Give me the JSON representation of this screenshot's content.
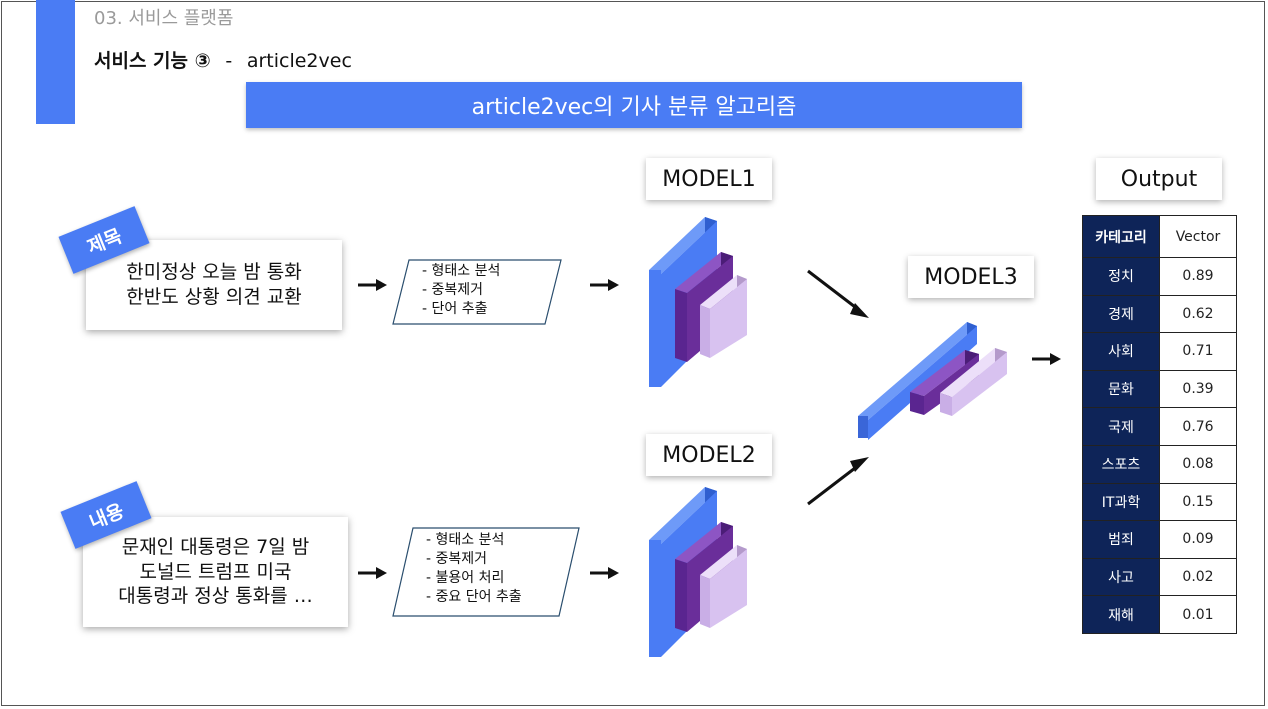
{
  "header": {
    "section": "03. 서비스 플랫폼",
    "subtitle_prefix": "서비스 기능 ③",
    "subtitle_sep": "-",
    "subtitle_main": "article2vec",
    "banner": "article2vec의 기사 분류 알고리즘"
  },
  "title_input": {
    "tag": "제목",
    "text": "한미정상 오늘 밤 통화\n한반도  상황 의견 교환",
    "steps": [
      "- 형태소 분석",
      "- 중복제거",
      "- 단어 추출"
    ]
  },
  "body_input": {
    "tag": "내용",
    "text": "문재인 대통령은 7일 밤\n도널드 트럼프 미국\n대통령과 정상 통화를 …",
    "steps": [
      "- 형태소 분석",
      "- 중복제거",
      "- 불용어 처리",
      "- 중요 단어 추출"
    ]
  },
  "models": {
    "model1": "MODEL1",
    "model2": "MODEL2",
    "model3": "MODEL3"
  },
  "output": {
    "label": "Output",
    "header_category": "카테고리",
    "header_vector": "Vector",
    "rows": [
      {
        "category": "정치",
        "value": "0.89"
      },
      {
        "category": "경제",
        "value": "0.62"
      },
      {
        "category": "사회",
        "value": "0.71"
      },
      {
        "category": "문화",
        "value": "0.39"
      },
      {
        "category": "국제",
        "value": "0.76"
      },
      {
        "category": "스포츠",
        "value": "0.08"
      },
      {
        "category": "IT과학",
        "value": "0.15"
      },
      {
        "category": "범죄",
        "value": "0.09"
      },
      {
        "category": "사고",
        "value": "0.02"
      },
      {
        "category": "재해",
        "value": "0.01"
      }
    ]
  },
  "colors": {
    "accent": "#4a7cf4",
    "layer_blue": "#4a7cf4",
    "layer_purple": "#6a2e9a",
    "layer_lavender": "#d8c2f0",
    "table_header": "#0e2458"
  }
}
